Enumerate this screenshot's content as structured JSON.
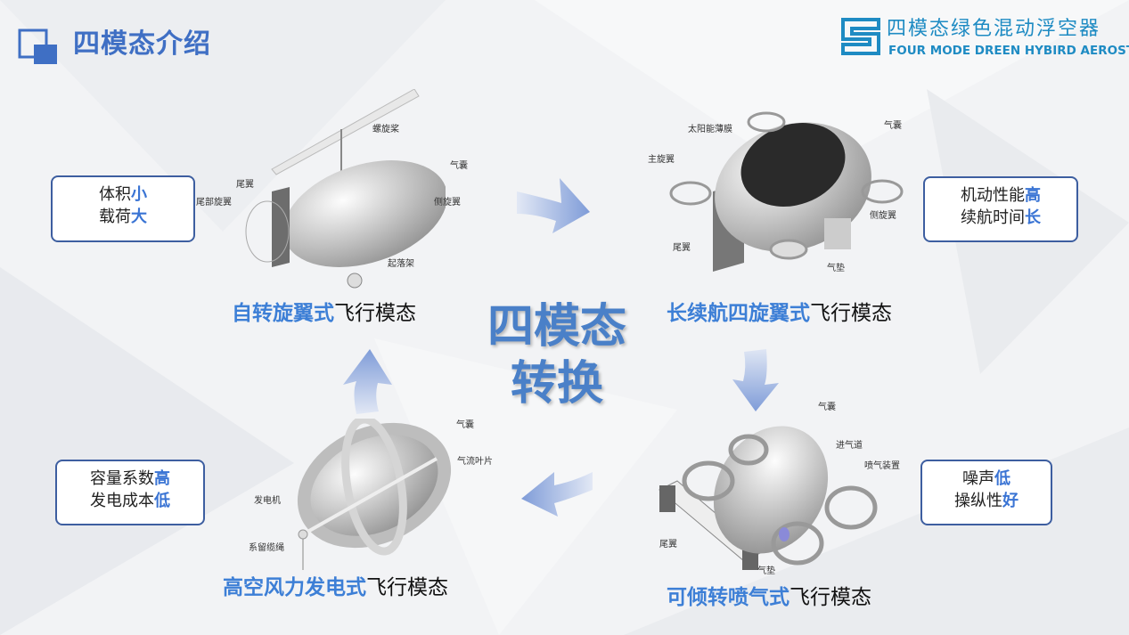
{
  "header": {
    "title": "四模态介绍",
    "logo_cn": "四模态绿色混动浮空器",
    "logo_en": "FOUR MODE DREEN HYBIRD AEROSTAT"
  },
  "center": {
    "line1": "四模态",
    "line2": "转换"
  },
  "colors": {
    "accent": "#3a74d4",
    "border": "#3d5ea0",
    "arrow": "#8fa8dc"
  },
  "modes": [
    {
      "name_highlight": "自转旋翼式",
      "name_rest": "飞行模态",
      "features": [
        {
          "text": "体积",
          "hl": "小"
        },
        {
          "text": "载荷",
          "hl": "大"
        }
      ],
      "labels": [
        "螺旋桨",
        "气囊",
        "尾翼",
        "侧旋翼",
        "尾部旋翼",
        "起落架"
      ]
    },
    {
      "name_highlight": "长续航四旋翼式",
      "name_rest": "飞行模态",
      "features": [
        {
          "text": "机动性能",
          "hl": "高"
        },
        {
          "text": "续航时间",
          "hl": "长"
        }
      ],
      "labels": [
        "太阳能薄膜",
        "气囊",
        "主旋翼",
        "侧旋翼",
        "尾翼",
        "气垫"
      ]
    },
    {
      "name_highlight": "可倾转喷气式",
      "name_rest": "飞行模态",
      "features": [
        {
          "text": "噪声",
          "hl": "低"
        },
        {
          "text": "操纵性",
          "hl": "好"
        }
      ],
      "labels": [
        "气囊",
        "进气道",
        "喷气装置",
        "尾翼",
        "气垫"
      ]
    },
    {
      "name_highlight": "高空风力发电式",
      "name_rest": "飞行模态",
      "features": [
        {
          "text": "容量系数",
          "hl": "高"
        },
        {
          "text": "发电成本",
          "hl": "低"
        }
      ],
      "labels": [
        "气囊",
        "气流叶片",
        "发电机",
        "系留缆绳"
      ]
    }
  ]
}
